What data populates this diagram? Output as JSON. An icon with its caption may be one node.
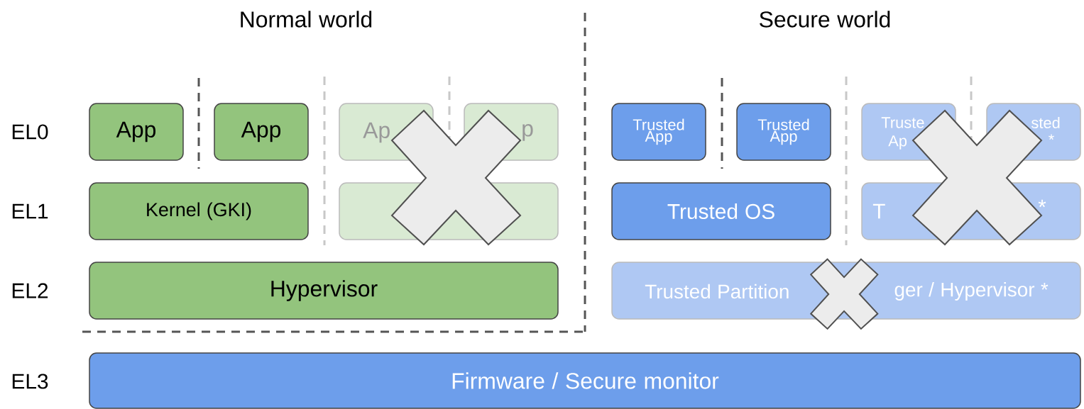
{
  "diagram": {
    "nodes": [
      {
        "text": [
          "App"
        ]
      },
      {
        "text": [
          "App"
        ]
      },
      {
        "text": [
          "Ap"
        ]
      },
      {
        "text": [
          "p"
        ]
      },
      {
        "text": [
          "Kernel (GKI)"
        ]
      },
      {
        "text": [],
        "shape": "box"
      },
      {
        "text": [
          "Hypervisor"
        ]
      },
      {
        "text": [
          "Trusted App"
        ]
      },
      {
        "text": [
          "Trusted App"
        ]
      },
      {
        "text": [
          "Truste",
          "Ap"
        ]
      },
      {
        "text": [
          "sted",
          "*"
        ]
      },
      {
        "text": [
          "Trusted OS"
        ]
      },
      {
        "text": [
          "T",
          "*"
        ]
      },
      {
        "text": [
          "Trusted Partition",
          "ger / Hypervisor *"
        ]
      },
      {
        "text": [
          "Firmware / Secure monitor"
        ]
      },
      {
        "text": [],
        "shape": "cross"
      },
      {
        "text": [],
        "shape": "cross"
      },
      {
        "text": [],
        "shape": "cross"
      }
    ],
    "labels": [
      "Normal world",
      "Secure world",
      "EL0",
      "EL1",
      "EL2",
      "EL3"
    ]
  }
}
